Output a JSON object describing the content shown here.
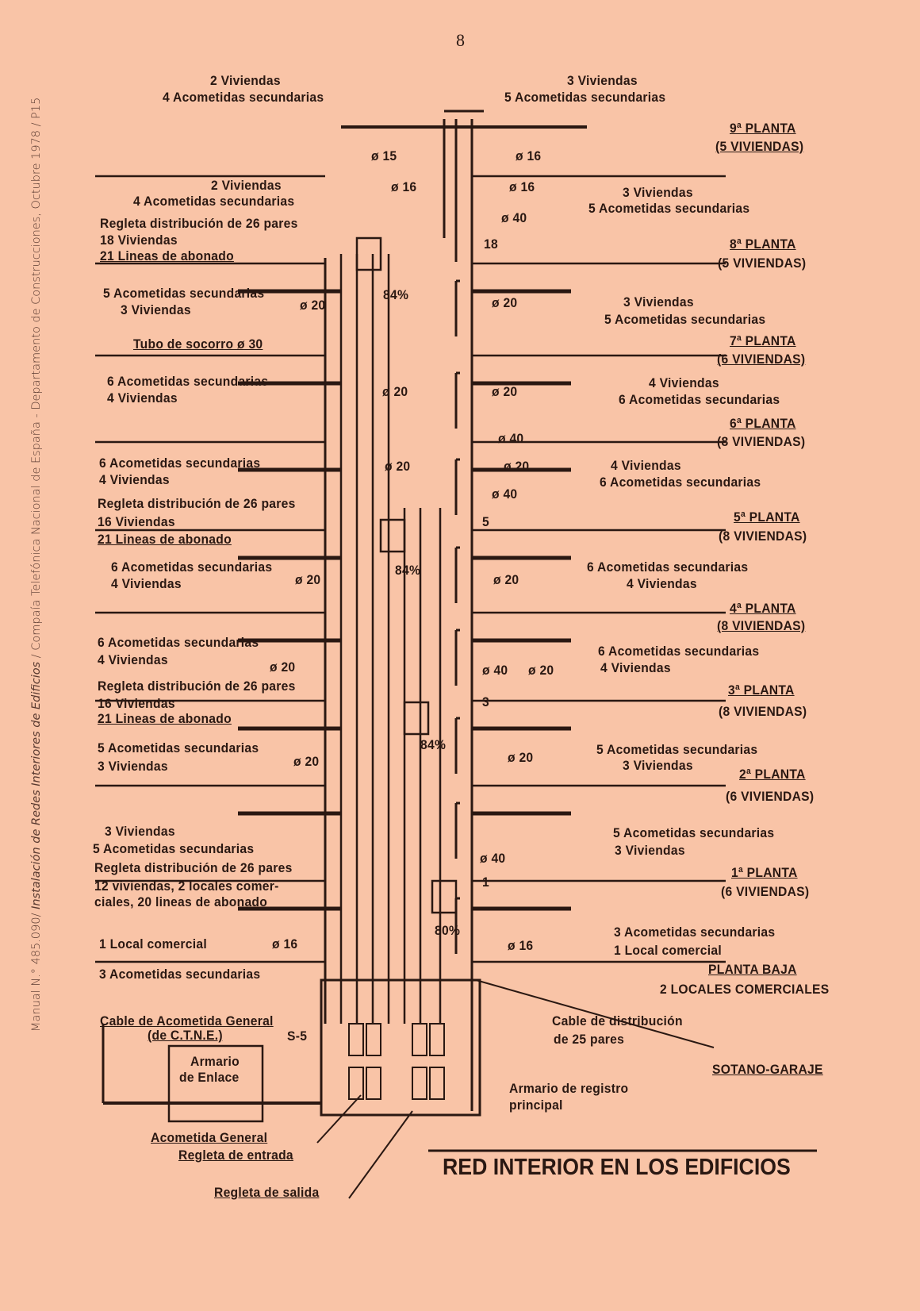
{
  "page_number": "8",
  "side_note": {
    "part1": "Manual N.° 485.090/ ",
    "italic": "Instalación de Redes Interiores de Edificios",
    "part2": " / Compaía Telefónica Nacional de España - Departamento de Construcciones, Octubre 1978 / P15"
  },
  "title": "RED INTERIOR EN LOS EDIFICIOS",
  "labels": [
    "2 Viviendas",
    "4 Acometidas secundarias",
    "3 Viviendas",
    "5 Acometidas secundarias",
    "9ª PLANTA",
    "(5 VIVIENDAS)",
    "ø 15",
    "ø 16",
    "2 Viviendas",
    "4 Acometidas secundarias",
    "ø 16",
    "ø 16",
    "3 Viviendas",
    "5 Acometidas secundarias",
    "ø 40",
    "18",
    "Regleta distribución de 26 pares",
    "18 Viviendas",
    "21 Lineas de abonado",
    "8ª PLANTA",
    "(5 VIVIENDAS)",
    "5 Acometidas secundarias",
    "3 Viviendas",
    "ø 20",
    "84%",
    "ø 20",
    "3 Viviendas",
    "5 Acometidas secundarias",
    "Tubo de socorro ø 30",
    "7ª PLANTA",
    "(6 VIVIENDAS)",
    "6 Acometidas secundarias",
    "4 Viviendas",
    "ø 20",
    "ø 20",
    "4 Viviendas",
    "6 Acometidas secundarias",
    "6ª PLANTA",
    "(8 VIVIENDAS)",
    "ø 40",
    "6 Acometidas secundarias",
    "4 Viviendas",
    "ø 20",
    "ø 20",
    "4 Viviendas",
    "6 Acometidas secundarias",
    "ø 40",
    "Regleta distribución de 26 pares",
    "16 Viviendas",
    "21 Lineas de abonado",
    "5",
    "5ª PLANTA",
    "(8 VIVIENDAS)",
    "6 Acometidas secundarias",
    "4 Viviendas",
    "ø 20",
    "84%",
    "ø 20",
    "6 Acometidas secundarias",
    "4 Viviendas",
    "4ª PLANTA",
    "(8 VIVIENDAS)",
    "6 Acometidas secundarias",
    "4 Viviendas",
    "ø 20",
    "ø 40",
    "ø 20",
    "6 Acometidas secundarias",
    "4 Viviendas",
    "Regleta distribución de 26 pares",
    "16 Viviendas",
    "21 Lineas de abonado",
    "3",
    "3ª PLANTA",
    "(8 VIVIENDAS)",
    "5 Acometidas secundarias",
    "3 Viviendas",
    "ø 20",
    "84%",
    "ø 20",
    "5 Acometidas secundarias",
    "3 Viviendas",
    "2ª PLANTA",
    "(6 VIVIENDAS)",
    "3 Viviendas",
    "5 Acometidas secundarias",
    "Regleta distribución de 26 pares",
    "12 viviendas, 2 locales comer-",
    "ciales, 20 lineas de abonado",
    "ø 40",
    "1",
    "5 Acometidas secundarias",
    "3 Viviendas",
    "1ª PLANTA",
    "(6 VIVIENDAS)",
    "80%",
    "1 Local comercial",
    "ø 16",
    "ø 16",
    "3 Acometidas secundarias",
    "1 Local comercial",
    "PLANTA BAJA",
    "2 LOCALES COMERCIALES",
    "3 Acometidas secundarias",
    "Cable de Acometida General",
    "(de C.T.N.E.)",
    "S-5",
    "Armario",
    "de Enlace",
    "Cable de distribución",
    "de 25 pares",
    "SOTANO-GARAJE",
    "Armario de registro",
    "principal",
    "Acometida General",
    "Regleta de entrada",
    "Regleta de salida"
  ],
  "colors": {
    "paper": "#f9c4a7",
    "ink": "#2a1812"
  }
}
